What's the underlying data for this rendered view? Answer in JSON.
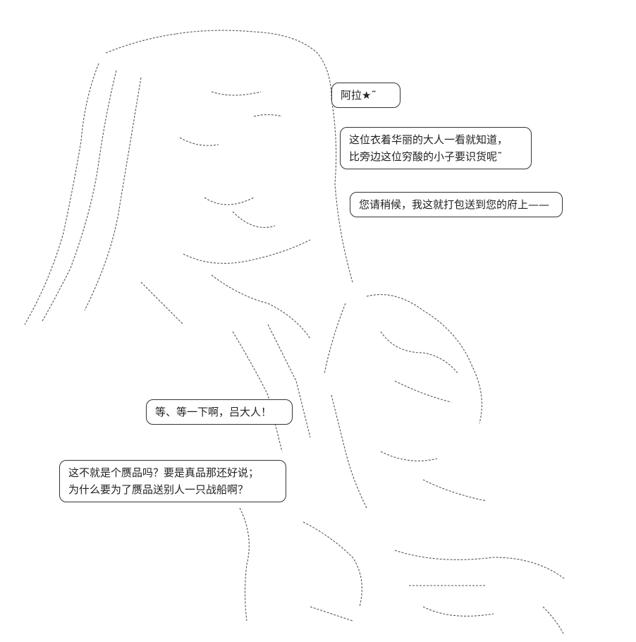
{
  "bubbles": {
    "ala": {
      "lines": [
        "阿拉★˜"
      ]
    },
    "noble": {
      "lines": [
        "这位衣着华丽的大人一看就知道，",
        "比旁边这位穷酸的小子要识货呢˜"
      ]
    },
    "wrap": {
      "lines": [
        "您请稍候，我这就打包送到您的府上——"
      ]
    },
    "wait": {
      "lines": [
        "等、等一下啊，吕大人！"
      ]
    },
    "fake": {
      "lines": [
        "这不就是个赝品吗？要是真品那还好说；",
        "为什么要为了赝品送别人一只战船啊？"
      ]
    }
  }
}
